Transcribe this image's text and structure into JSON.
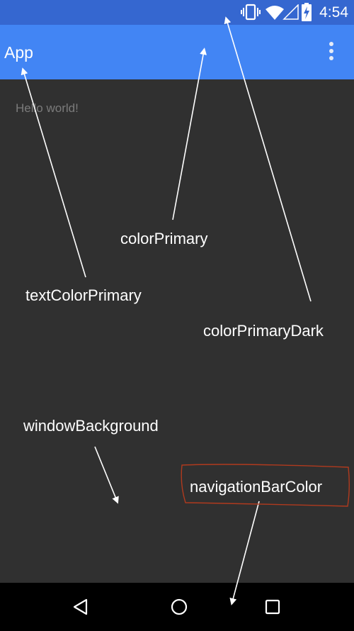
{
  "status_bar": {
    "time": "4:54",
    "color": "#3567D0",
    "icons": [
      "vibrate-icon",
      "wifi-icon",
      "signal-icon",
      "battery-charging-icon"
    ]
  },
  "app_bar": {
    "title": "App",
    "color": "#4285F4",
    "menu_icon": "overflow-menu-icon"
  },
  "content": {
    "text": "Hello world!",
    "background": "#303030"
  },
  "annotations": {
    "color_primary": "colorPrimary",
    "text_color_primary": "textColorPrimary",
    "color_primary_dark": "colorPrimaryDark",
    "window_background": "windowBackground",
    "navigation_bar_color": "navigationBarColor",
    "highlight_color": "#B03A1E"
  },
  "nav_bar": {
    "color": "#000000",
    "buttons": [
      "back-icon",
      "home-icon",
      "recents-icon"
    ]
  }
}
